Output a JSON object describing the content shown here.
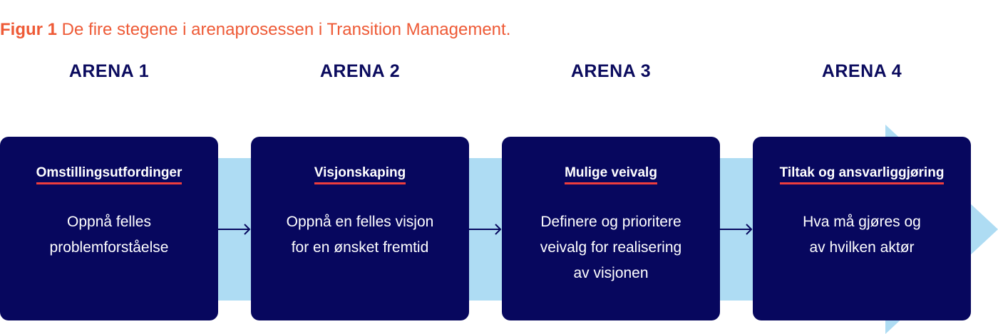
{
  "caption": {
    "label": "Figur 1",
    "text": " De fire stegene i arenaprosessen i Transition Management."
  },
  "arenas": [
    {
      "title": "ARENA 1",
      "heading": "Omstillingsutfordinger",
      "lines": [
        "Oppnå felles",
        "problemforståelse"
      ]
    },
    {
      "title": "ARENA 2",
      "heading": "Visjonskaping",
      "lines": [
        "Oppnå en felles visjon",
        "for en ønsket fremtid"
      ]
    },
    {
      "title": "ARENA 3",
      "heading": "Mulige veivalg",
      "lines": [
        "Definere og prioritere",
        "veivalg for realisering",
        "av visjonen"
      ]
    },
    {
      "title": "ARENA 4",
      "heading": "Tiltak og ansvarliggjøring",
      "lines": [
        "Hva må gjøres og",
        "av hvilken aktør"
      ]
    }
  ],
  "colors": {
    "caption": "#ee5a36",
    "arena_title": "#0b0b5e",
    "box_fill": "#07075e",
    "box_text": "#ffffff",
    "heading_underline": "#ee3d3d",
    "band_arrow": "#aedcf3",
    "connector_arrow": "#07075e"
  },
  "icons": {
    "band": "big-right-arrow-icon",
    "connector": "small-right-arrow-icon"
  }
}
